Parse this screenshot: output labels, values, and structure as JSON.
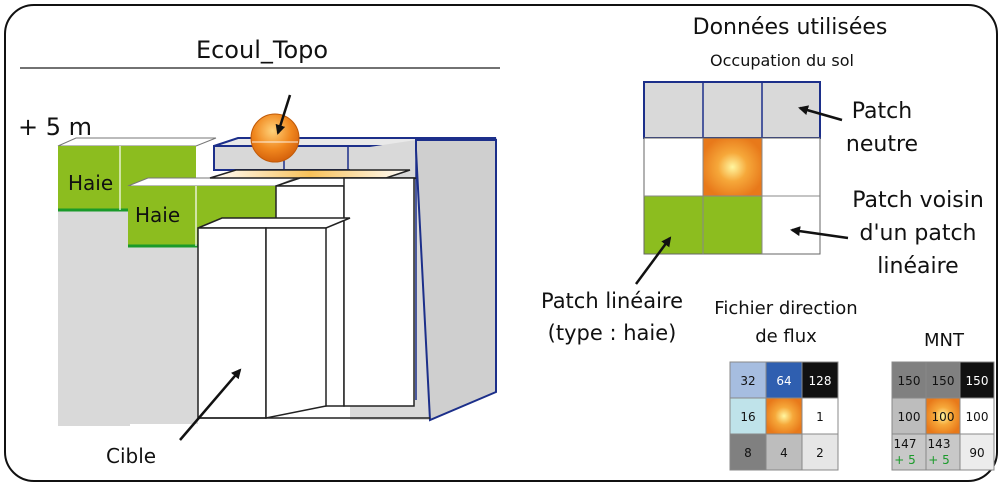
{
  "left_panel": {
    "title": "Ecoul_Topo",
    "height_label": "+ 5 m",
    "hedge_label_back": "Haie",
    "hedge_label_front": "Haie",
    "target_label": "Cible"
  },
  "right_panel": {
    "title": "Données utilisées",
    "landuse_title": "Occupation du sol",
    "patch_neutral_line1": "Patch",
    "patch_neutral_line2": "neutre",
    "patch_neighbor_line1": "Patch voisin",
    "patch_neighbor_line2": "d'un patch",
    "patch_neighbor_line3": "linéaire",
    "patch_linear_line1": "Patch linéaire",
    "patch_linear_line2": "(type : haie)"
  },
  "flow_direction": {
    "title_line1": "Fichier direction",
    "title_line2": "de flux",
    "cells": [
      "32",
      "64",
      "128",
      "16",
      "",
      "1",
      "8",
      "4",
      "2"
    ]
  },
  "mnt": {
    "title": "MNT",
    "cells": [
      "150",
      "150",
      "150",
      "100",
      "100",
      "100",
      "147",
      "143",
      "90"
    ],
    "bottom_left_extra": "+ 5",
    "bottom_middle_extra": "+ 5"
  },
  "colors": {
    "hedge_green": "#8cbd1f",
    "hedge_line": "#1a9a2a",
    "grid_border": "#1c2f8a",
    "gray_block": "#d9d9d9",
    "orange_center": "#f08a1e",
    "blue_dark": "#2f5fb0",
    "blue_light": "#a6bde0",
    "cyan_light": "#bfe3ea"
  }
}
